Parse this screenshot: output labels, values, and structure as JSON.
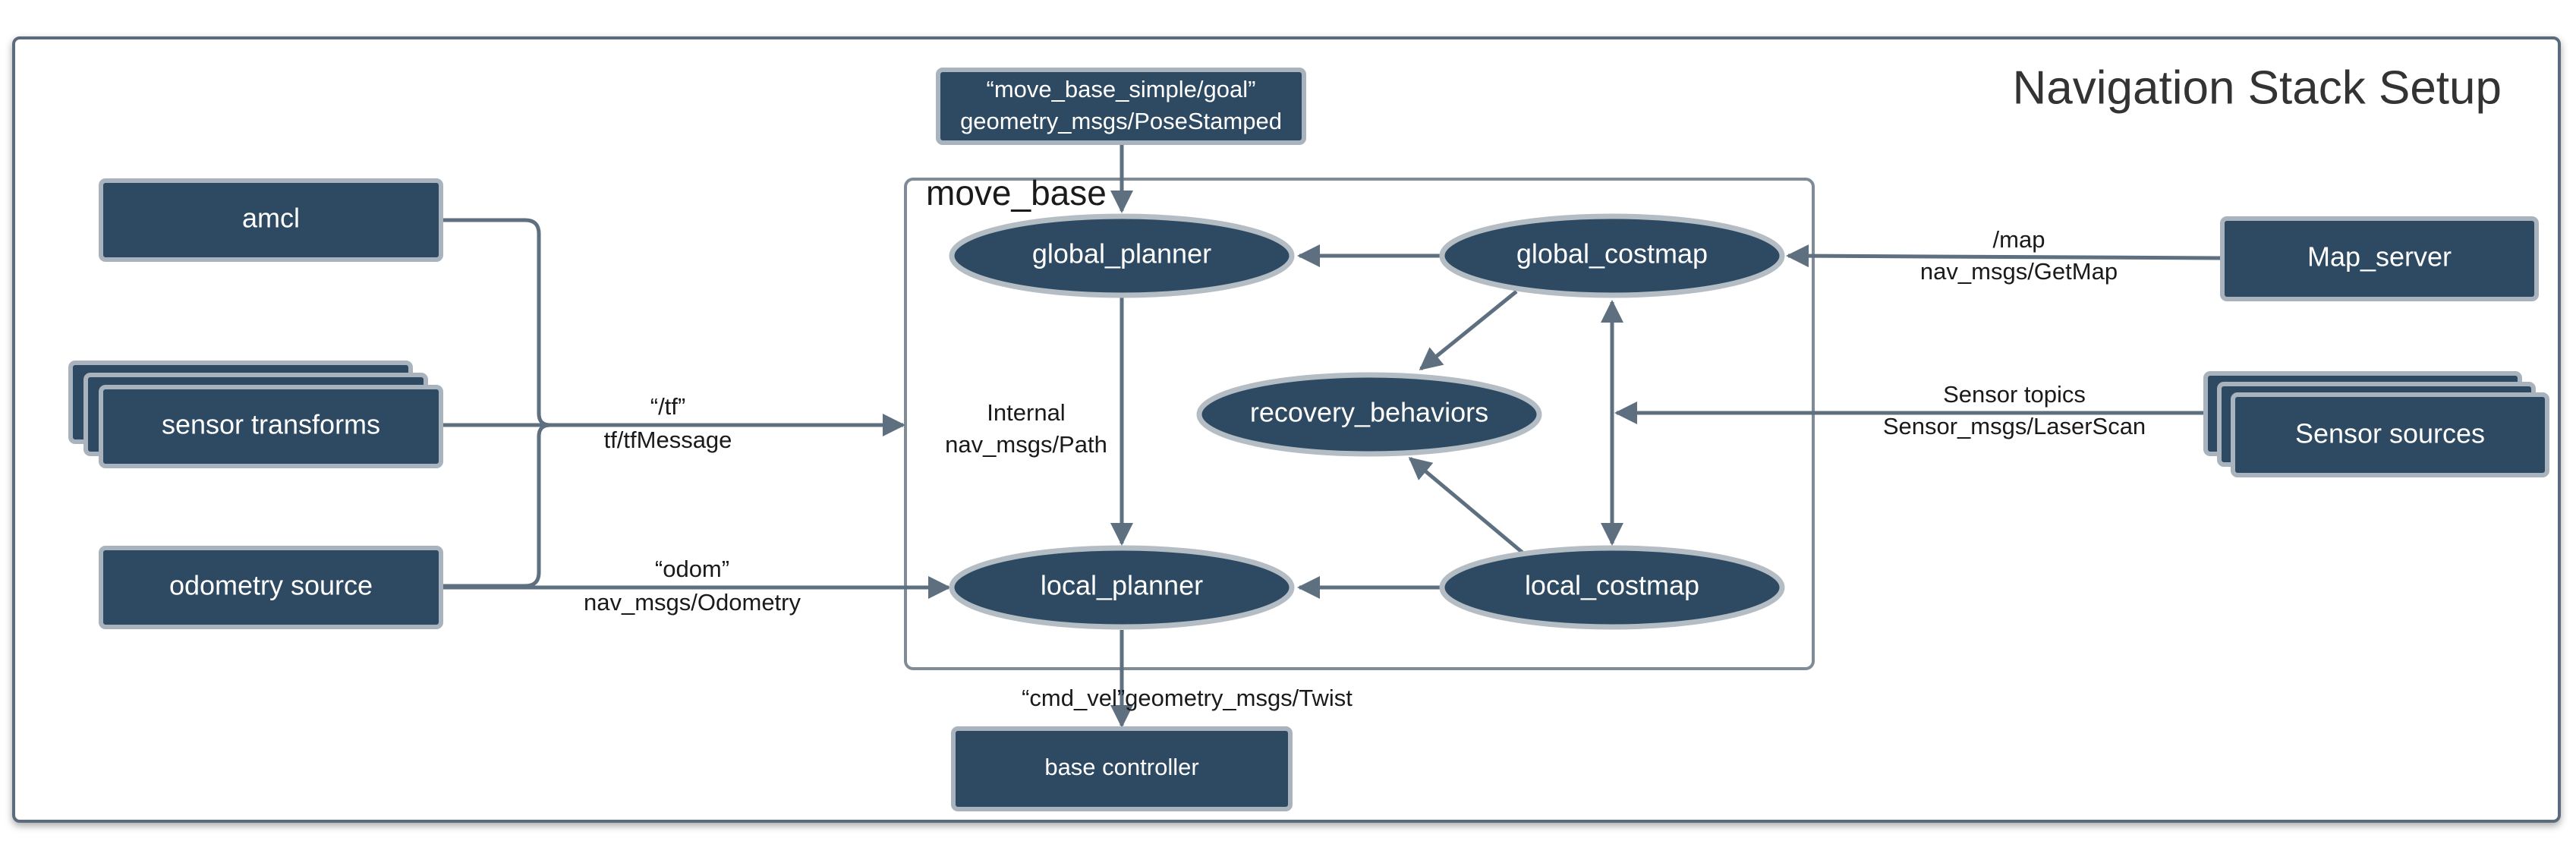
{
  "title": "Navigation Stack Setup",
  "group": {
    "title": "move_base"
  },
  "nodes": {
    "goal": {
      "line1": "“move_base_simple/goal”",
      "line2": "geometry_msgs/PoseStamped"
    },
    "amcl": "amcl",
    "sensor_transforms": "sensor transforms",
    "odometry_source": "odometry source",
    "global_planner": "global_planner",
    "global_costmap": "global_costmap",
    "recovery_behaviors": "recovery_behaviors",
    "local_planner": "local_planner",
    "local_costmap": "local_costmap",
    "map_server": "Map_server",
    "sensor_sources": "Sensor sources",
    "base_controller": "base controller"
  },
  "edge_labels": {
    "tf": {
      "line1": "“/tf”",
      "line2": "tf/tfMessage"
    },
    "odom": {
      "line1": "“odom”",
      "line2": "nav_msgs/Odometry"
    },
    "internal": {
      "line1": "Internal",
      "line2": "nav_msgs/Path"
    },
    "map": {
      "line1": "/map",
      "line2": "nav_msgs/GetMap"
    },
    "sensor_topics": {
      "line1": "Sensor topics",
      "line2": "Sensor_msgs/LaserScan"
    },
    "cmd_vel": "“cmd_vel”geometry_msgs/Twist"
  },
  "colors": {
    "node_fill": "#2d4a62",
    "edge": "#5e6f80",
    "frame": "#5b6b7c"
  }
}
